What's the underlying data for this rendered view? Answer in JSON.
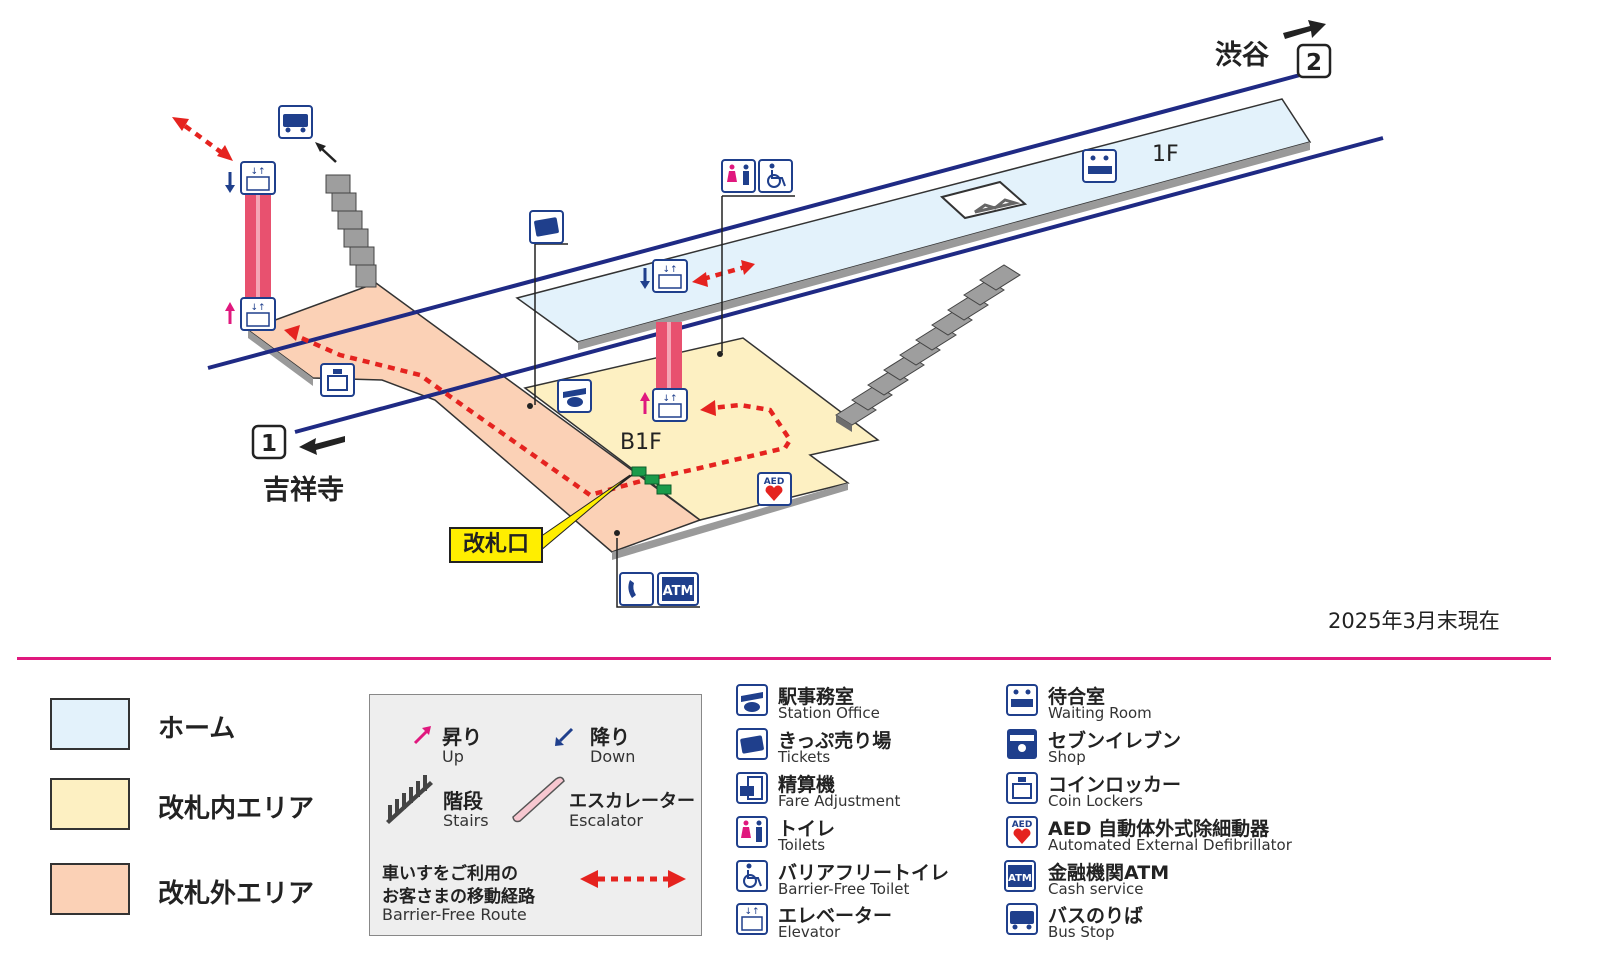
{
  "directions": {
    "shibuya": "渋谷",
    "shibuya_num": "2",
    "kichijoji": "吉祥寺",
    "kichijoji_num": "1"
  },
  "floors": {
    "f1": "1F",
    "b1": "B1F"
  },
  "gate_label": "改札口",
  "date_note": "2025年3月末現在",
  "area_legend": [
    {
      "label": "ホーム",
      "color": "#e3f2fb"
    },
    {
      "label": "改札内エリア",
      "color": "#fdf0c2"
    },
    {
      "label": "改札外エリア",
      "color": "#fbd1b6"
    }
  ],
  "movement_legend": {
    "up_jp": "昇り",
    "up_en": "Up",
    "down_jp": "降り",
    "down_en": "Down",
    "stairs_jp": "階段",
    "stairs_en": "Stairs",
    "escalator_jp": "エスカレーター",
    "escalator_en": "Escalator",
    "route_jp_1": "車いすをご利用の",
    "route_jp_2": "お客さまの移動経路",
    "route_en": "Barrier-Free Route"
  },
  "icon_legend_left": [
    {
      "jp": "駅事務室",
      "en": "Station Office",
      "icon": "station-office-icon"
    },
    {
      "jp": "きっぷ売り場",
      "en": "Tickets",
      "icon": "ticket-icon"
    },
    {
      "jp": "精算機",
      "en": "Fare Adjustment",
      "icon": "fare-adjustment-icon"
    },
    {
      "jp": "トイレ",
      "en": "Toilets",
      "icon": "toilet-icon"
    },
    {
      "jp": "バリアフリートイレ",
      "en": "Barrier-Free Toilet",
      "icon": "wheelchair-icon"
    },
    {
      "jp": "エレベーター",
      "en": "Elevator",
      "icon": "elevator-icon"
    }
  ],
  "icon_legend_right": [
    {
      "jp": "待合室",
      "en": "Waiting Room",
      "icon": "waiting-room-icon"
    },
    {
      "jp": "セブンイレブン",
      "en": "Shop",
      "icon": "shop-icon"
    },
    {
      "jp": "コインロッカー",
      "en": "Coin Lockers",
      "icon": "coin-locker-icon"
    },
    {
      "jp": "AED 自動体外式除細動器",
      "en": "Automated External Defibrillator",
      "icon": "aed-icon"
    },
    {
      "jp": "金融機関ATM",
      "en": "Cash service",
      "icon": "atm-icon"
    },
    {
      "jp": "バスのりば",
      "en": "Bus Stop",
      "icon": "bus-icon"
    }
  ],
  "icon_text": {
    "atm": "ATM",
    "aed": "AED"
  },
  "colors": {
    "platform": "#e3f2fb",
    "inside_gate": "#fdf0c2",
    "outside_gate": "#fbd1b6",
    "track": "#1f2a84",
    "route": "#e5231f",
    "accent": "#e0187e",
    "icon": "#1f3f8c"
  }
}
